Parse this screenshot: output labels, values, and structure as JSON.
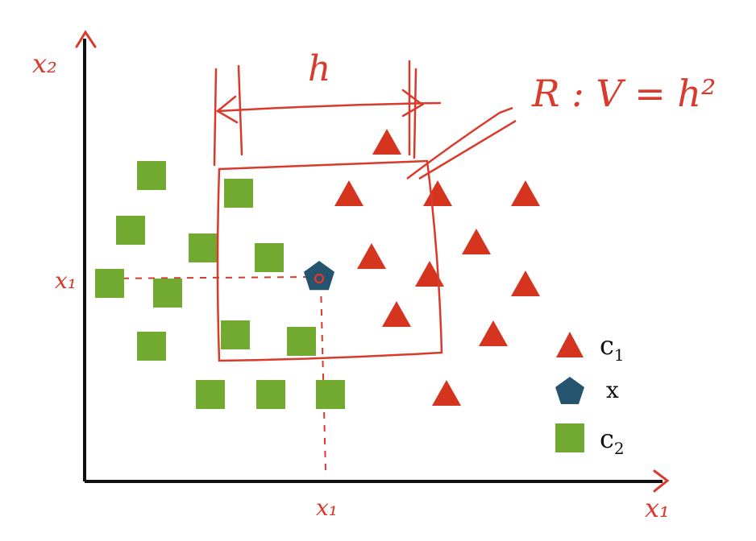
{
  "colors": {
    "axis": "#111111",
    "annotation": "#d93a2b",
    "c1": "#d5351f",
    "c2": "#72aa31",
    "query": "#24546e",
    "query_dot": "#d93a2b"
  },
  "labels": {
    "x2_axis": "x₂",
    "x1_axis": "x₁",
    "x1_query": "x₁",
    "x2_query": "x₁",
    "h": "h",
    "region": "R : V = h²"
  },
  "legend": {
    "items": [
      {
        "shape": "triangle",
        "label": "c",
        "sub": "1"
      },
      {
        "shape": "pentagon",
        "label": "x",
        "sub": ""
      },
      {
        "shape": "square",
        "label": "c",
        "sub": "2"
      }
    ]
  },
  "points": {
    "c1": [
      [
        480,
        176
      ],
      [
        433,
        240
      ],
      [
        543,
        240
      ],
      [
        652,
        240
      ],
      [
        461,
        318
      ],
      [
        591,
        300
      ],
      [
        533,
        340
      ],
      [
        652,
        352
      ],
      [
        492,
        390
      ],
      [
        612,
        414
      ],
      [
        554,
        488
      ]
    ],
    "c2": [
      [
        188,
        218
      ],
      [
        296,
        240
      ],
      [
        162,
        286
      ],
      [
        252,
        308
      ],
      [
        334,
        320
      ],
      [
        136,
        352
      ],
      [
        208,
        364
      ],
      [
        292,
        416
      ],
      [
        374,
        424
      ],
      [
        188,
        430
      ],
      [
        261,
        490
      ],
      [
        336,
        490
      ],
      [
        410,
        490
      ]
    ],
    "query": [
      396,
      344
    ]
  }
}
